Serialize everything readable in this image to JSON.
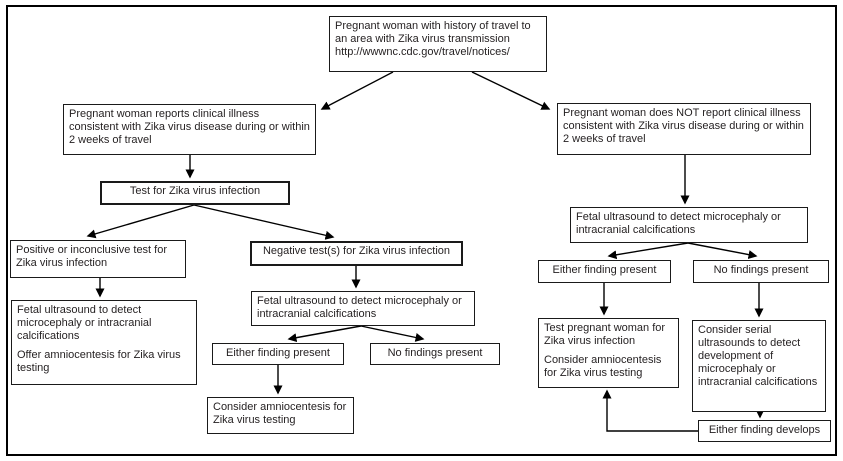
{
  "diagram": {
    "colors": {
      "background": "#ffffff",
      "frame_border": "#000000",
      "box_border": "#1a1a1a",
      "arrow": "#000000",
      "text": "#231f20"
    },
    "nodes": {
      "travel": {
        "text": "Pregnant woman with history of travel to an area with Zika virus transmission",
        "url": "http://wwwnc.cdc.gov/travel/notices/"
      },
      "reports_illness": {
        "text": "Pregnant woman reports clinical illness consistent with Zika virus disease during or within 2 weeks of travel"
      },
      "no_illness": {
        "text": "Pregnant woman does NOT report clinical illness consistent with Zika virus disease during or within 2 weeks of travel"
      },
      "test_zika": {
        "text": "Test for Zika virus infection"
      },
      "positive_test": {
        "text": "Positive or inconclusive test for Zika virus infection"
      },
      "negative_test": {
        "text": "Negative test(s) for Zika virus infection"
      },
      "ultrasound_offer_amnio": {
        "text": "Fetal ultrasound to detect microcephaly or intracranial calcifications",
        "text2": "Offer amniocentesis for Zika virus testing"
      },
      "ultrasound_mid": {
        "text": "Fetal ultrasound to detect microcephaly or intracranial calcifications"
      },
      "either_finding_left": {
        "text": "Either finding present"
      },
      "no_findings_left": {
        "text": "No findings present"
      },
      "consider_amnio": {
        "text": "Consider amniocentesis for Zika virus testing"
      },
      "ultrasound_right": {
        "text": "Fetal ultrasound to detect microcephaly or intracranial calcifications"
      },
      "either_finding_right": {
        "text": "Either finding present"
      },
      "no_findings_right": {
        "text": "No findings present"
      },
      "test_pregnant_woman": {
        "text": "Test pregnant woman for Zika virus infection",
        "text2": "Consider amniocentesis for Zika virus testing"
      },
      "serial_ultrasounds": {
        "text": "Consider serial ultrasounds to detect development of microcephaly or intracranial calcifications"
      },
      "either_finding_develops": {
        "text": "Either finding develops"
      }
    }
  }
}
